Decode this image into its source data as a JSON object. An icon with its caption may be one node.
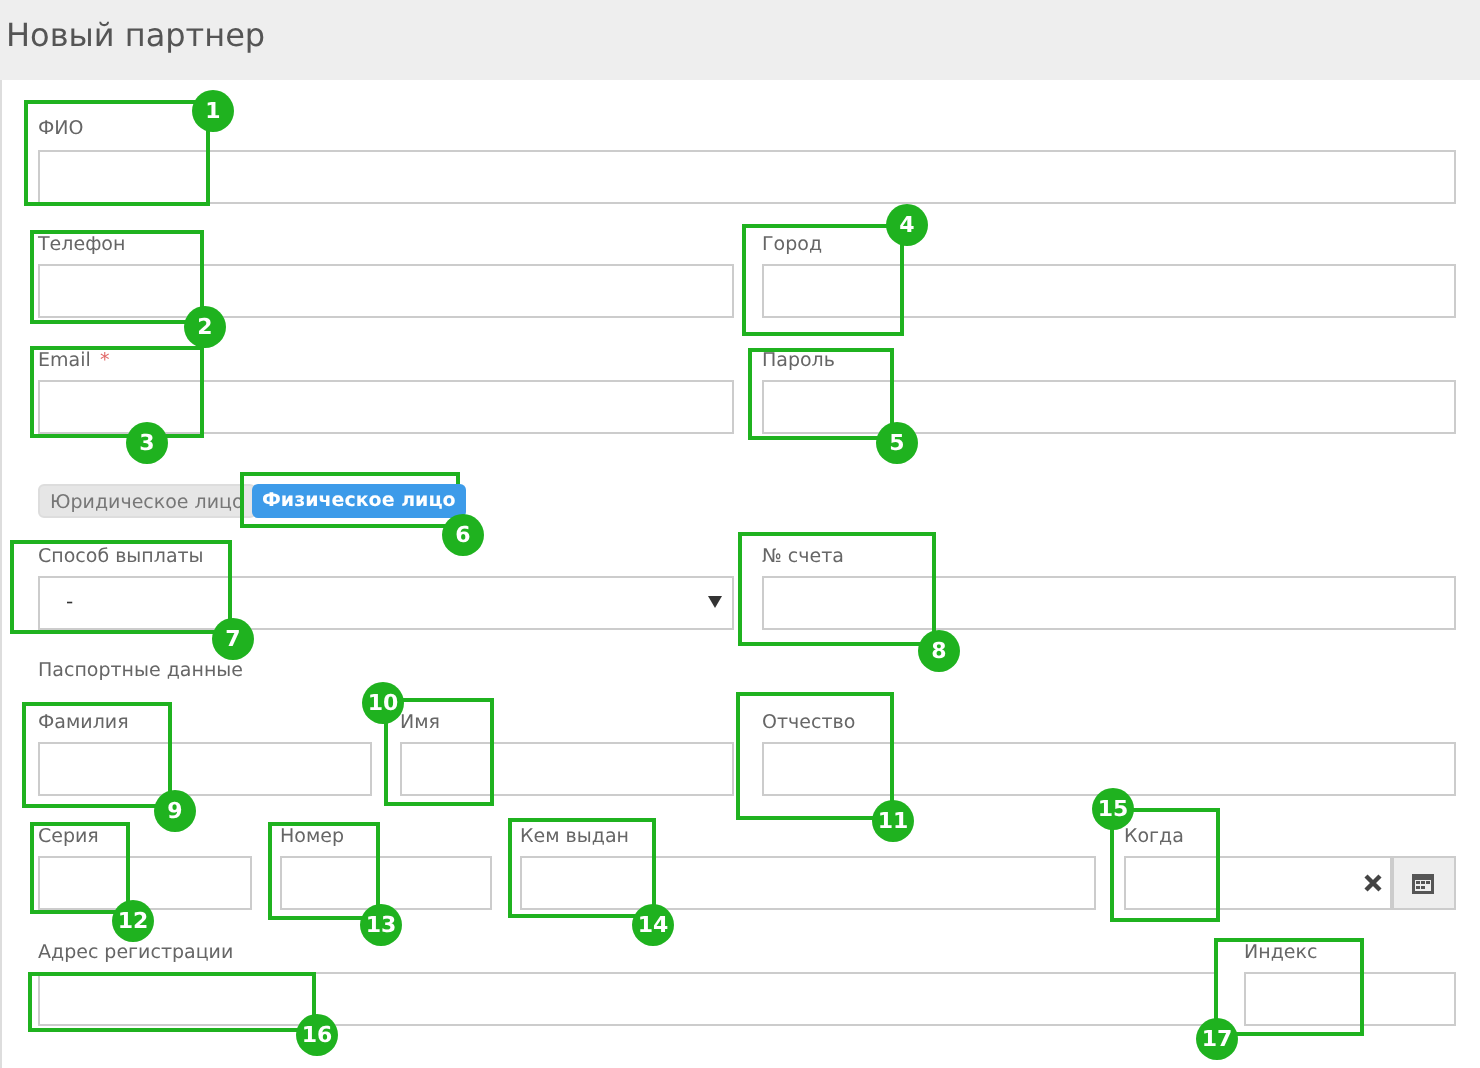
{
  "diagram": {
    "title": "Новый партнер",
    "labels": [
      "1",
      "ФИО",
      "4",
      "Телефон",
      "Город",
      "2",
      "Email",
      "*",
      "Пароль",
      "3",
      "5",
      "Юридическое лицо",
      "Физическое лицо",
      "6",
      "Способ выплаты",
      "№ счета",
      "-",
      "7",
      "8",
      "Паспортные данные",
      "10",
      "Фамилия",
      "Имя",
      "Отчество",
      "9",
      "11",
      "15",
      "Серия",
      "Номер",
      "Кем выдан",
      "Когда",
      "12",
      "13",
      "14",
      "Адрес регистрации",
      "Индекс",
      "16",
      "17"
    ]
  }
}
